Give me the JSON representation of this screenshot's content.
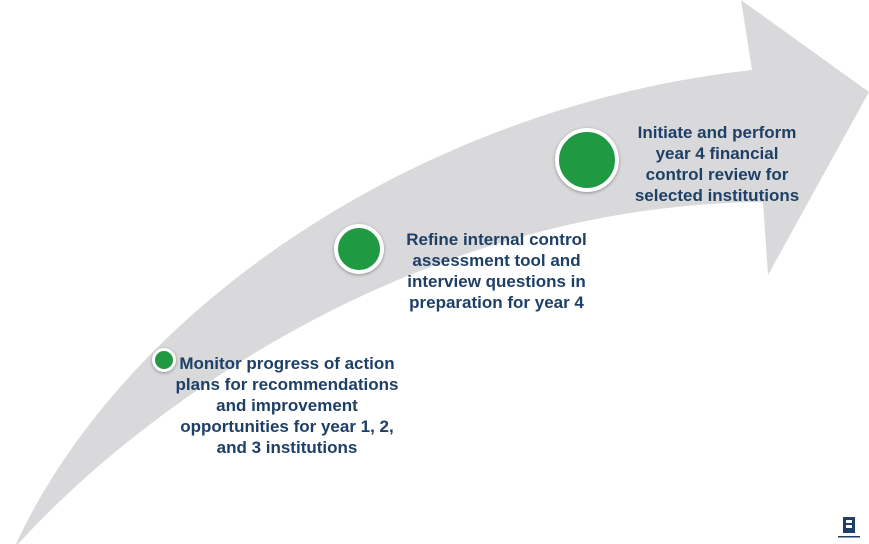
{
  "steps": [
    {
      "text": "Monitor progress of action plans for recommendations and improvement opportunities for year 1, 2, and 3 institutions"
    },
    {
      "text": "Refine internal control assessment tool and interview questions in preparation for year 4"
    },
    {
      "text": "Initiate and perform year 4 financial control review for selected institutions"
    }
  ],
  "colors": {
    "arrow": "#d9d9db",
    "marker": "#1f9a43",
    "text": "#1e3f66"
  }
}
